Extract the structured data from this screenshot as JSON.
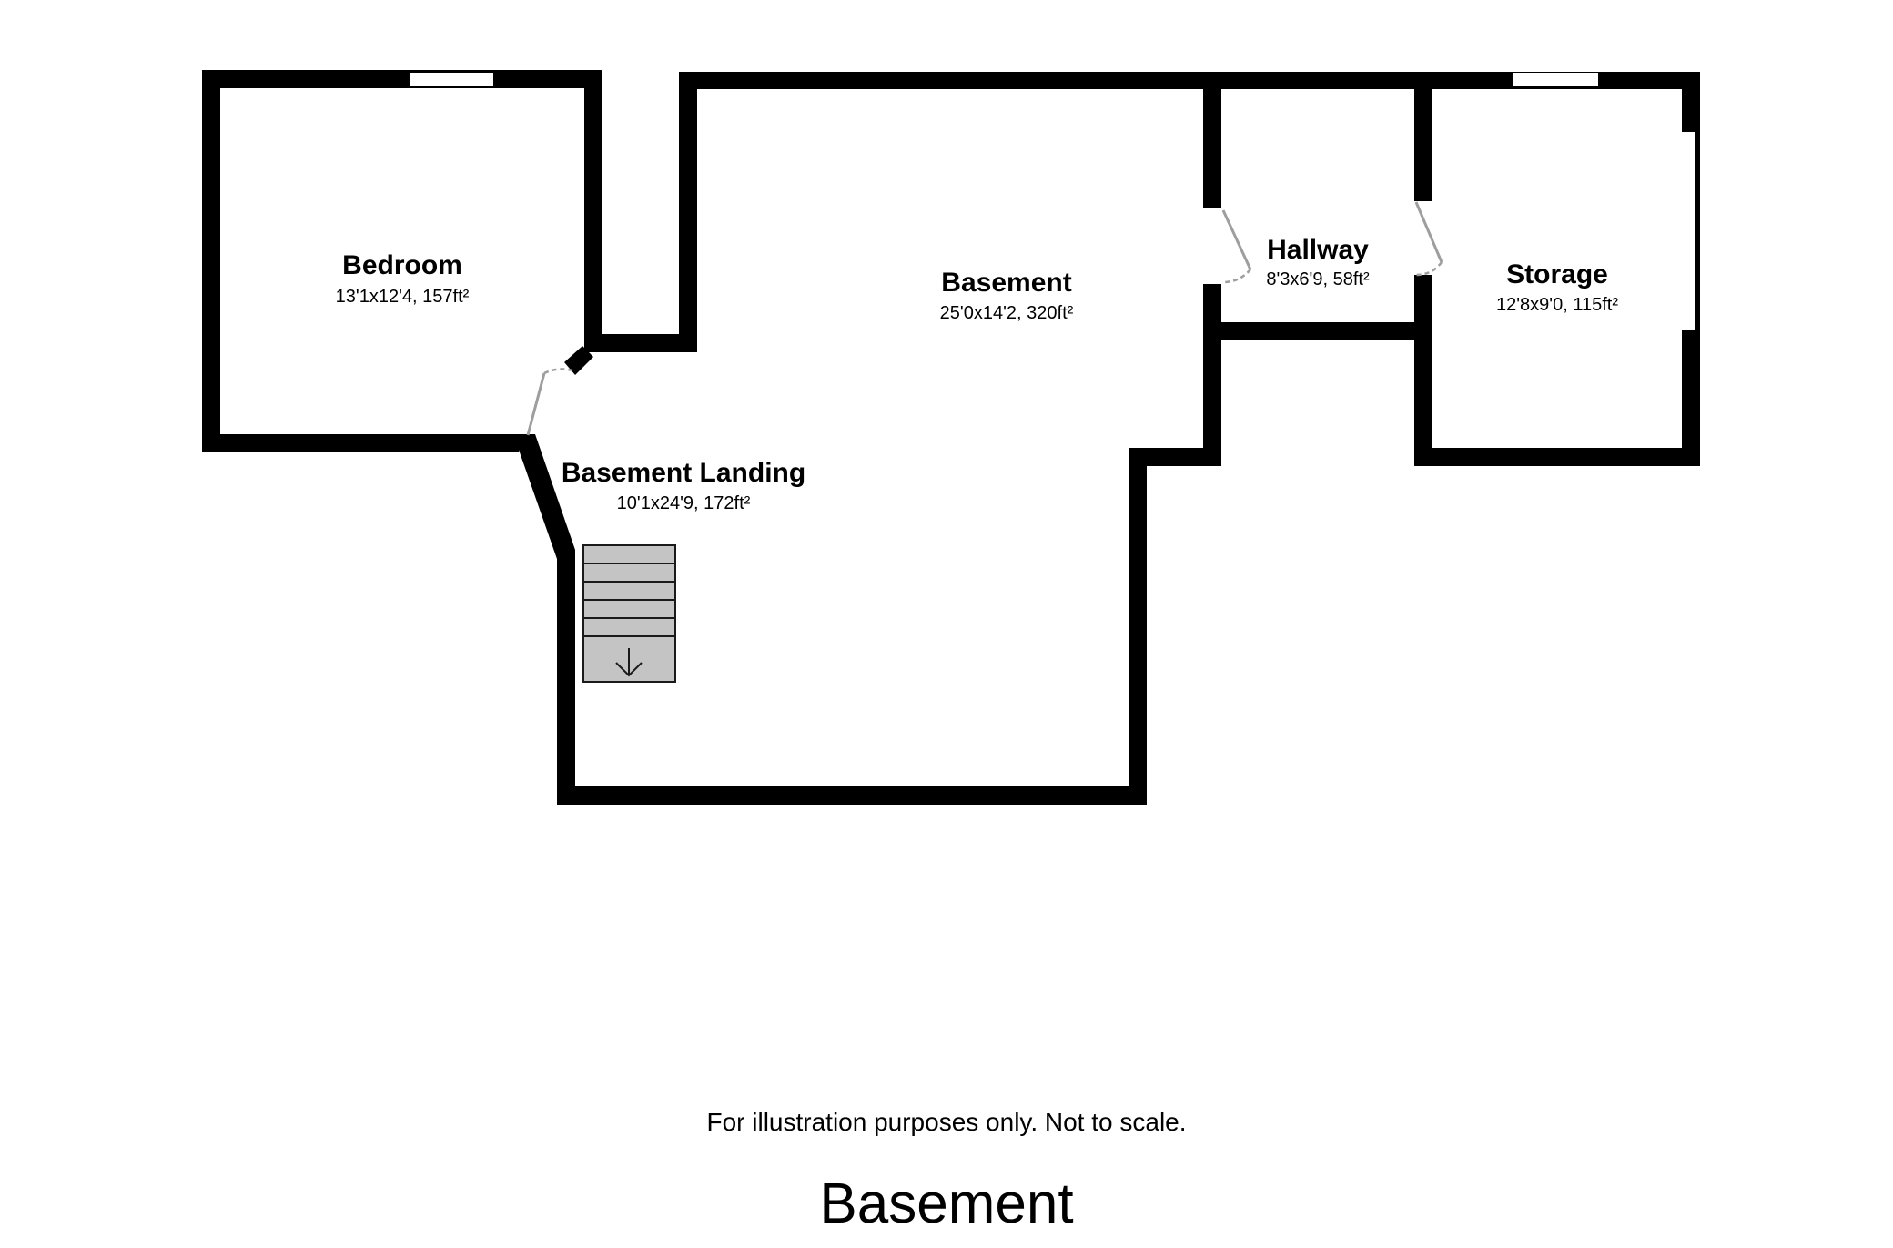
{
  "rooms": {
    "bedroom": {
      "name": "Bedroom",
      "dims": "13'1x12'4, 157ft²"
    },
    "basement": {
      "name": "Basement",
      "dims": "25'0x14'2, 320ft²"
    },
    "hallway": {
      "name": "Hallway",
      "dims": "8'3x6'9, 58ft²"
    },
    "storage": {
      "name": "Storage",
      "dims": "12'8x9'0, 115ft²"
    },
    "landing": {
      "name": "Basement Landing",
      "dims": "10'1x24'9, 172ft²"
    }
  },
  "stairs": {
    "direction_icon": "arrow-down-icon"
  },
  "disclaimer": "For illustration purposes only. Not to scale.",
  "floor_title": "Basement",
  "colors": {
    "walls": "#000000",
    "stairs": "#c4c4c4",
    "doors": "#9e9e9e"
  }
}
